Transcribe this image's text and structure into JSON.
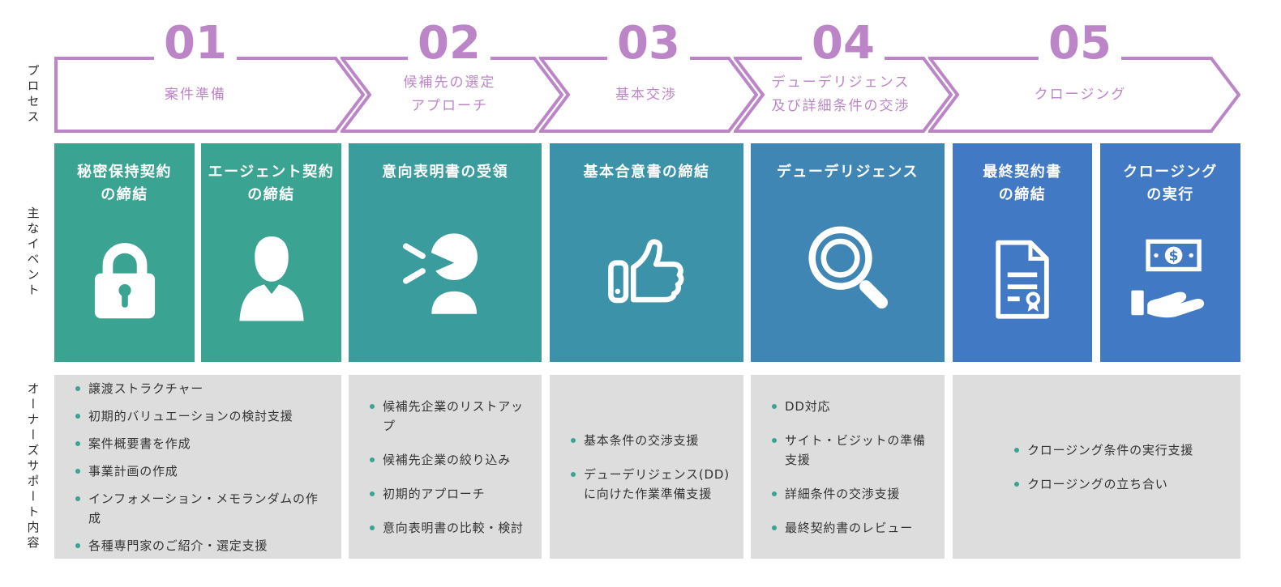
{
  "left_labels": {
    "process": "プロセス",
    "main_events": "主なイベント",
    "support": "オーナーズサポート内容"
  },
  "process_steps": [
    {
      "number": "01",
      "label": "案件準備"
    },
    {
      "number": "02",
      "label": "候補先の選定\nアプローチ"
    },
    {
      "number": "03",
      "label": "基本交渉"
    },
    {
      "number": "04",
      "label": "デューデリジェンス\n及び詳細条件の交渉"
    },
    {
      "number": "05",
      "label": "クロージング"
    }
  ],
  "events": [
    {
      "title": "秘密保持契約\nの締結",
      "icon": "lock-icon",
      "color": "#3AA391"
    },
    {
      "title": "エージェント契約\nの締結",
      "icon": "agent-person-icon",
      "color": "#3AA391"
    },
    {
      "title": "意向表明書の受領",
      "icon": "speaking-person-icon",
      "color": "#3A9C9C"
    },
    {
      "title": "基本合意書の締結",
      "icon": "thumbs-up-icon",
      "color": "#3C92A9"
    },
    {
      "title": "デューデリジェンス",
      "icon": "magnifier-icon",
      "color": "#4086B4"
    },
    {
      "title": "最終契約書\nの締結",
      "icon": "contract-document-icon",
      "color": "#4179C4"
    },
    {
      "title": "クロージング\nの実行",
      "icon": "money-hand-icon",
      "color": "#4179C4"
    }
  ],
  "support_columns": [
    {
      "items": [
        "譲渡ストラクチャー",
        "初期的バリュエーションの検討支援",
        "案件概要書を作成",
        "事業計画の作成",
        "インフォメーション・メモランダムの作成",
        "各種専門家のご紹介・選定支援"
      ]
    },
    {
      "items": [
        "候補先企業のリストアップ",
        "候補先企業の絞り込み",
        "初期的アプローチ",
        "意向表明書の比較・検討"
      ]
    },
    {
      "items": [
        "基本条件の交渉支援",
        "デューデリジェンス(DD)に向けた作業準備支援"
      ]
    },
    {
      "items": [
        "DD対応",
        "サイト・ビジットの準備支援",
        "詳細条件の交渉支援",
        "最終契約書のレビュー"
      ]
    },
    {
      "items": [
        "クロージング条件の実行支援",
        "クロージングの立ち合い"
      ]
    }
  ],
  "colors": {
    "accent_purple": "#BC85C8",
    "bullet_green": "#3AA391",
    "panel_gray": "#DDDDDD",
    "text_dark": "#333333",
    "event_box_white_text": "#FFFFFF"
  }
}
